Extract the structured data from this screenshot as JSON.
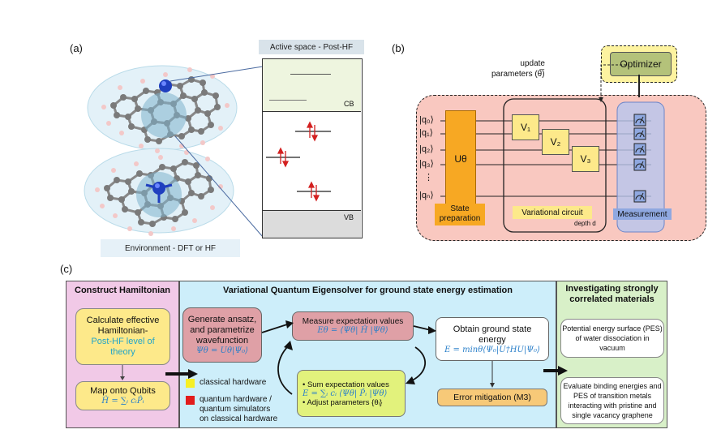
{
  "panel_a": {
    "label": "(a)",
    "active_space_title": "Active space - Post-HF",
    "cb_label": "CB",
    "vb_label": "VB",
    "environment_label": "Environment - DFT or HF"
  },
  "panel_b": {
    "label": "(b)",
    "update_text_1": "update",
    "update_text_2": "parameters (θ̅)",
    "optimizer_label": "Optimizer",
    "qubits": [
      "|q₀⟩",
      "|q₁⟩",
      "|q₂⟩",
      "|q₃⟩",
      "⋮",
      "|qₙ⟩"
    ],
    "u_gate": "Uθ",
    "v_gates": [
      "V₁",
      "V₂",
      "V₃"
    ],
    "state_prep_1": "State",
    "state_prep_2": "preparation",
    "variational_label": "Variational circuit",
    "depth_label": "depth d",
    "measurement_label": "Measurement"
  },
  "panel_c": {
    "label": "(c)",
    "hamiltonian_header": "Construct Hamiltonian",
    "vqe_header": "Variational Quantum Eigensolver for ground state energy estimation",
    "investigate_header_1": "Investigating strongly",
    "investigate_header_2": "correlated materials",
    "calc_box_1": "Calculate effective",
    "calc_box_2": "Hamiltonian-",
    "calc_box_3": "Post-HF level of",
    "calc_box_4": "theory",
    "map_box": "Map onto Qubits",
    "map_formula": "Ĥ = ∑ᵢ cᵢP̂ᵢ",
    "ansatz_1": "Generate ansatz,",
    "ansatz_2": "and parametrize",
    "ansatz_3": "wavefunction",
    "ansatz_formula": "Ψθ = Uθ|Ψ₀⟩",
    "measure_title": "Measure expectation values",
    "measure_formula": "Eθ = ⟨Ψθ| Ĥ |Ψθ⟩",
    "ground_1": "Obtain ground state",
    "ground_2": "energy",
    "ground_formula": "E = minθ⟨Ψ₀|U†HU|Ψ₀⟩",
    "sum_title": "• Sum expectation values",
    "sum_formula": "E = ∑ᵢ cᵢ ⟨Ψθ| P̂ᵢ |Ψθ⟩",
    "adjust": "• Adjust parameters {θᵢ}",
    "error_mitigation": "Error mitigation (M3)",
    "legend_classical": "classical hardware",
    "legend_quantum_1": "quantum hardware /",
    "legend_quantum_2": "quantum simulators",
    "legend_quantum_3": "on classical hardware",
    "pes_1": "Potential energy surface (PES)",
    "pes_2": "of water dissociation in",
    "pes_3": "vacuum",
    "binding_1": "Evaluate binding energies and",
    "binding_2": "PES of transition metals",
    "binding_3": "interacting with pristine and",
    "binding_4": "single vacancy graphene"
  },
  "colors": {
    "pink_panel": "#f1c9e7",
    "cyan_panel": "#cdeefa",
    "green_panel": "#d8f0c8",
    "yellow_box": "#fde98a",
    "red_box": "#dfa0a6",
    "orange_gate": "#f7a823",
    "measurement_blue": "#8fa8e0",
    "optimizer_green": "#b4c27a",
    "accent_cyan": "#21a4c9"
  }
}
